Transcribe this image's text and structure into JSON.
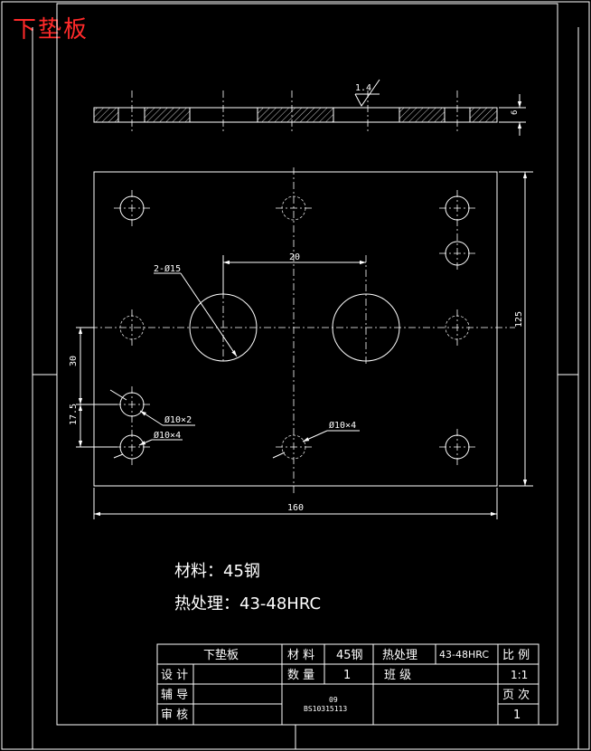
{
  "header": {
    "title": "下垫板"
  },
  "drawing": {
    "dims": {
      "roughness": "1.4",
      "thickness": "6",
      "hole_pitch": "20",
      "big_hole": "2-Ø15",
      "height": "125",
      "v30": "30",
      "v17_5": "17.5",
      "hole1": "Ø10×2",
      "hole2": "Ø10×4",
      "hole3": "Ø10×4",
      "width": "160"
    },
    "notes": {
      "material": "材料：45钢",
      "heat": "热处理：43-48HRC"
    }
  },
  "title_block": {
    "part_name": "下垫板",
    "material_label": "材 料",
    "material_value": "45钢",
    "heat_label": "热处理",
    "heat_value": "43-48HRC",
    "scale_label": "比 例",
    "scale_value": "1:1",
    "design_label": "设 计",
    "qty_label": "数 量",
    "qty_value": "1",
    "class_label": "班 级",
    "guide_label": "辅 导",
    "pages_label": "页 次",
    "pages_value": "1",
    "review_label": "审 核",
    "code_top": "09",
    "code_bottom": "BS10315113"
  }
}
